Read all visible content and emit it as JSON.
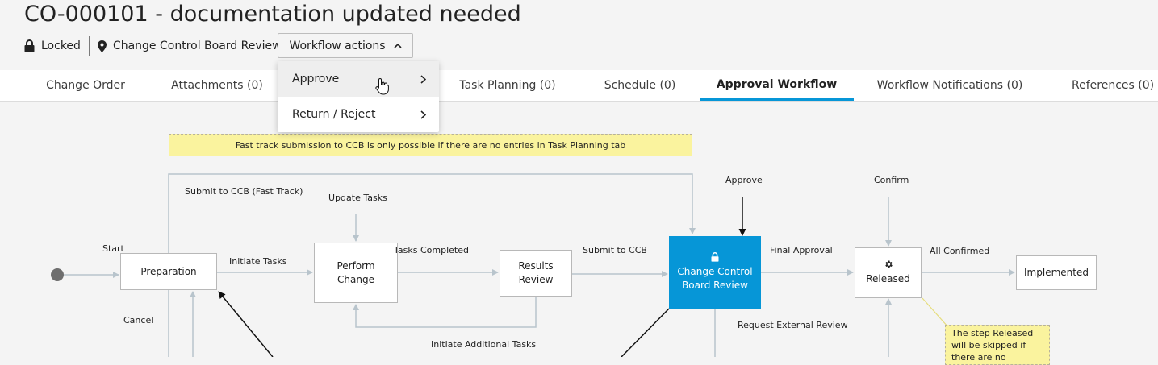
{
  "header": {
    "title": "CO-000101 - documentation updated needed",
    "lock_status": "Locked",
    "location": "Change Control Board Review",
    "workflow_actions_label": "Workflow actions"
  },
  "tabs": [
    {
      "label": "Change Order"
    },
    {
      "label": "Attachments (0)"
    },
    {
      "label": "Task Planning (0)"
    },
    {
      "label": "Schedule (0)"
    },
    {
      "label": "Approval Workflow",
      "active": true
    },
    {
      "label": "Workflow Notifications (0)"
    },
    {
      "label": "References (0)"
    }
  ],
  "dropdown": {
    "items": [
      {
        "label": "Approve"
      },
      {
        "label": "Return / Reject"
      }
    ]
  },
  "workflow": {
    "banner": "Fast track submission to CCB is only possible if there are no entries in Task Planning tab",
    "nodes": {
      "preparation": "Preparation",
      "perform_change": "Perform Change",
      "results_review": "Results Review",
      "ccb_review": "Change Control Board Review",
      "released": "Released",
      "implemented": "Implemented"
    },
    "transitions": {
      "start": "Start",
      "submit_fast_track": "Submit to CCB (Fast Track)",
      "update_tasks": "Update Tasks",
      "initiate_tasks": "Initiate Tasks",
      "tasks_completed": "Tasks Completed",
      "submit_to_ccb": "Submit to CCB",
      "approve": "Approve",
      "final_approval": "Final Approval",
      "confirm": "Confirm",
      "all_confirmed": "All Confirmed",
      "cancel": "Cancel",
      "initiate_additional": "Initiate Additional Tasks",
      "request_external": "Request External Review"
    },
    "sticky_note": "The step Released will be skipped if there are no"
  },
  "colors": {
    "accent": "#0696d7",
    "note_yellow": "#faf39e",
    "connector": "#b8c4cc"
  }
}
